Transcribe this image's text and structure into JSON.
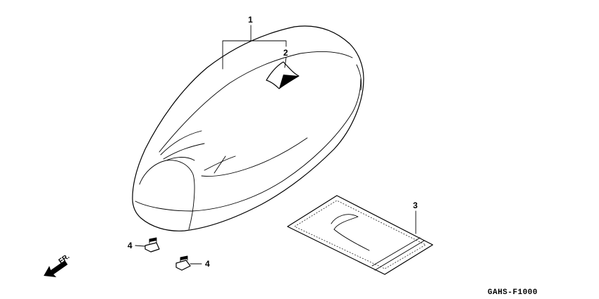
{
  "parts": {
    "seat": {
      "number": "1"
    },
    "emblem": {
      "number": "2"
    },
    "manual_bag": {
      "number": "3"
    },
    "nut_left": {
      "number": "4"
    },
    "nut_right": {
      "number": "4"
    }
  },
  "direction_label": "FR.",
  "diagram_code": "GAHS-F1000"
}
